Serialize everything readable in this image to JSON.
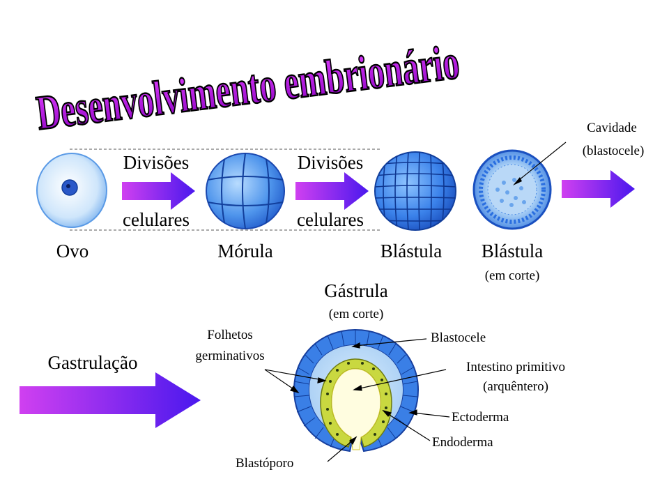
{
  "title": "Desenvolvimento embrionário",
  "stages": {
    "ovo": "Ovo",
    "morula": "Mórula",
    "blastula": "Blástula",
    "blastula_corte": "Blástula",
    "blastula_corte_sub": "(em corte)"
  },
  "arrow1": {
    "top": "Divisões",
    "bottom": "celulares"
  },
  "arrow2": {
    "top": "Divisões",
    "bottom": "celulares"
  },
  "cavidade": {
    "line1": "Cavidade",
    "line2": "(blastocele)"
  },
  "gastrula": {
    "title": "Gástrula",
    "sub": "(em corte)"
  },
  "gastrulacao": "Gastrulação",
  "labels": {
    "folhetos_1": "Folhetos",
    "folhetos_2": "germinativos",
    "blastocele": "Blastocele",
    "intestino_1": "Intestino primitivo",
    "intestino_2": "(arquêntero)",
    "ectoderma": "Ectoderma",
    "endoderma": "Endoderma",
    "blastoporo": "Blastóporo"
  },
  "colors": {
    "title_fill": "#c000e0",
    "arrow_start": "#c020e0",
    "arrow_end": "#6020f0",
    "cell_blue": "#2a6fe0",
    "pale_blue": "#cfe6fb",
    "yolk_yellow": "#e8e030"
  }
}
